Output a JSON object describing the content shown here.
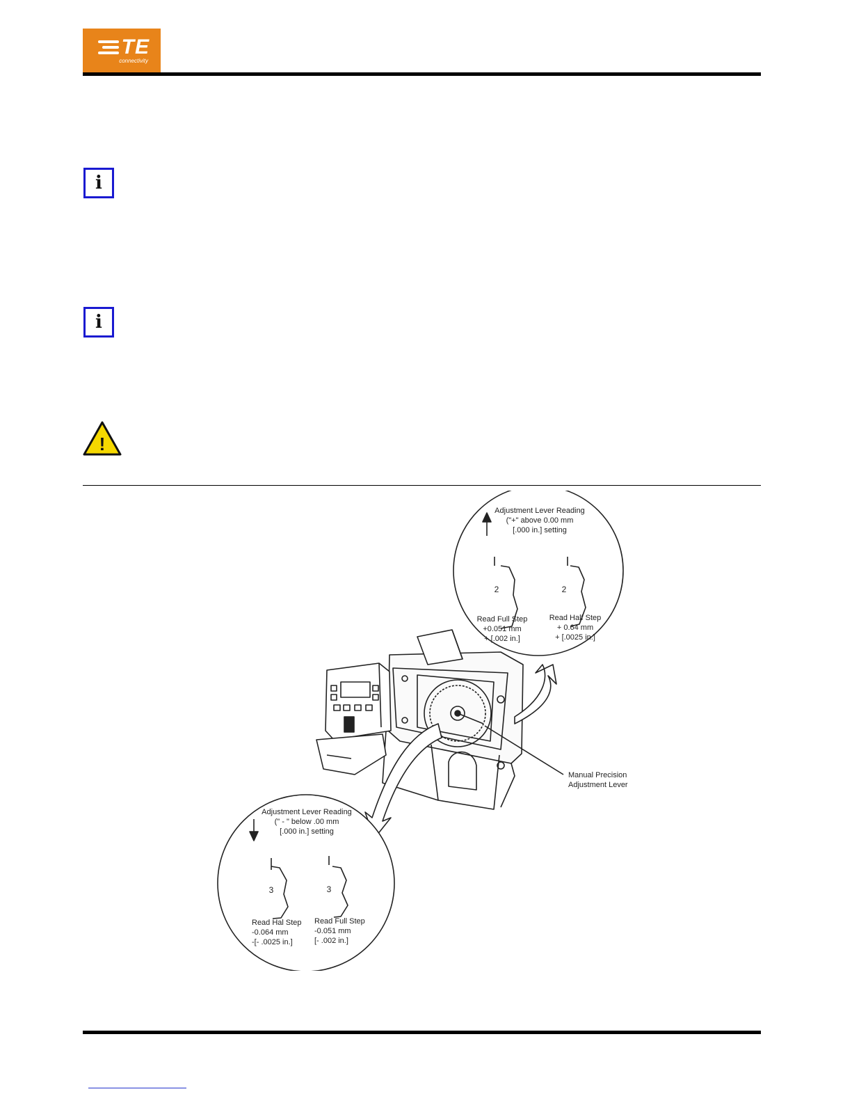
{
  "logo": {
    "mark": "TE",
    "sub": "connectivity",
    "color": "#e8841a"
  },
  "notes": {
    "info_symbol": "i",
    "info_color": "#1a1ad1",
    "warning_symbol": "!",
    "warning_color": "#f5d800"
  },
  "figure": {
    "top_callout": {
      "title": "Adjustment Lever Reading",
      "line2": "(\"+\" above 0.00 mm",
      "line3": "[.000 in.] setting",
      "left_digit": "2",
      "right_digit": "2",
      "left_label": [
        "Read Full Step",
        "+0.051 mm",
        "+ [.002 in.]"
      ],
      "right_label": [
        "Read Half Step",
        "+ 0.64 mm",
        "+ [.0025 in.]"
      ]
    },
    "bottom_callout": {
      "title": "Adjustment Lever Reading",
      "line2": "(\" - \" below .00 mm",
      "line3": "[.000 in.] setting",
      "left_digit": "3",
      "right_digit": "3",
      "left_label": [
        "Read Hal Step",
        "-0.064 mm",
        "-[- .0025 in.]"
      ],
      "right_label": [
        "Read Full Step",
        "-0.051 mm",
        "[- .002 in.]"
      ]
    },
    "lever_label": [
      "Manual Precision",
      "Adjustment Lever"
    ]
  }
}
